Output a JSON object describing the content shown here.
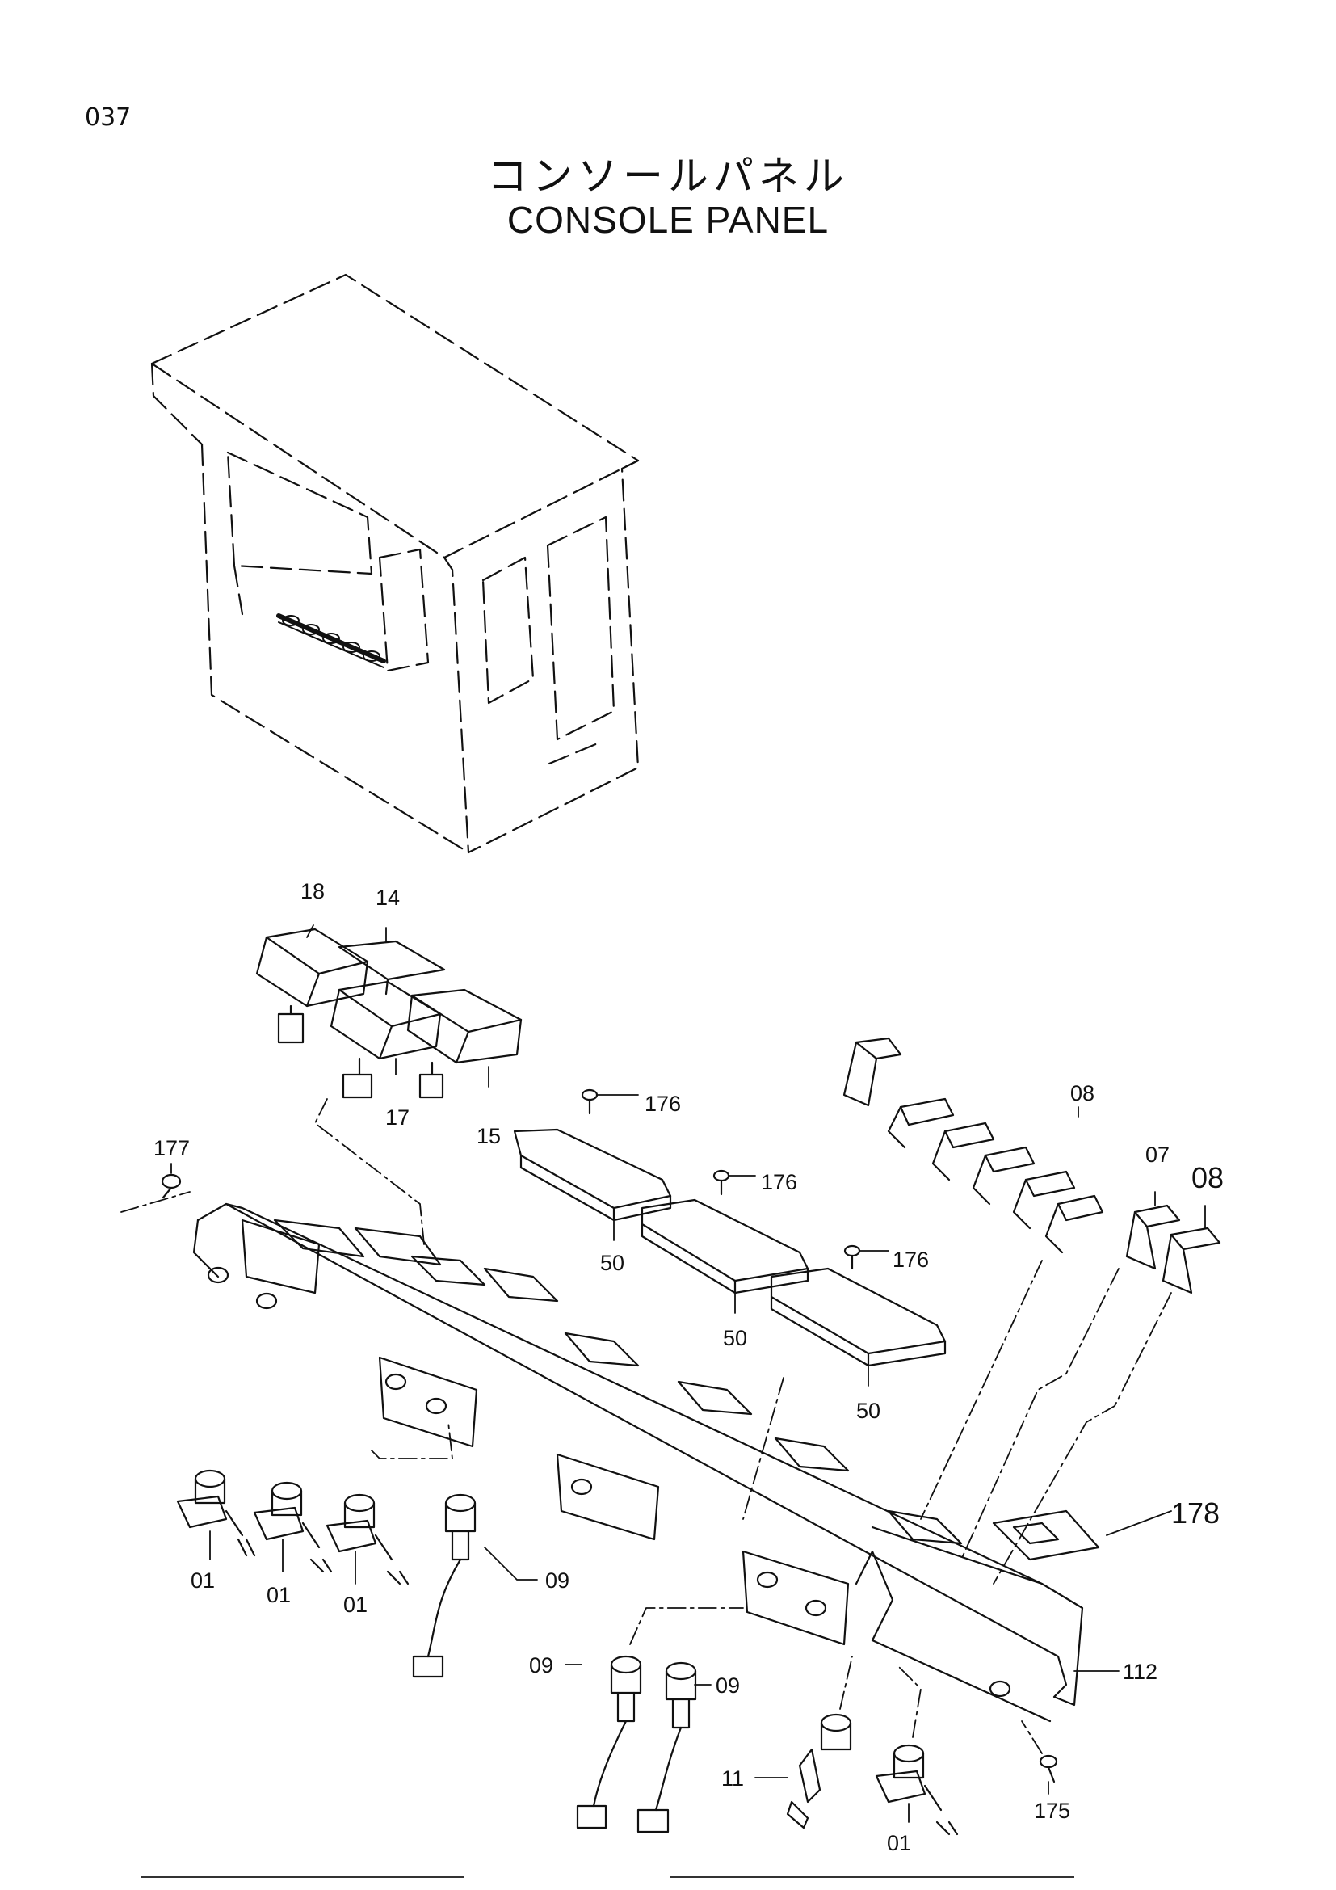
{
  "page_number": "037",
  "title": {
    "japanese": "コンソールパネル",
    "english": "CONSOLE  PANEL"
  },
  "callouts": [
    {
      "id": "18",
      "text": "18"
    },
    {
      "id": "14",
      "text": "14"
    },
    {
      "id": "17",
      "text": "17"
    },
    {
      "id": "15",
      "text": "15"
    },
    {
      "id": "176a",
      "text": "176"
    },
    {
      "id": "176b",
      "text": "176"
    },
    {
      "id": "176c",
      "text": "176"
    },
    {
      "id": "177",
      "text": "177"
    },
    {
      "id": "50a",
      "text": "50"
    },
    {
      "id": "50b",
      "text": "50"
    },
    {
      "id": "50c",
      "text": "50"
    },
    {
      "id": "08a",
      "text": "08"
    },
    {
      "id": "07",
      "text": "07"
    },
    {
      "id": "08b",
      "text": "08"
    },
    {
      "id": "178",
      "text": "178"
    },
    {
      "id": "01a",
      "text": "01"
    },
    {
      "id": "01b",
      "text": "01"
    },
    {
      "id": "01c",
      "text": "01"
    },
    {
      "id": "09a",
      "text": "09"
    },
    {
      "id": "09b",
      "text": "09"
    },
    {
      "id": "09c",
      "text": "09"
    },
    {
      "id": "112",
      "text": "112"
    },
    {
      "id": "11",
      "text": "11"
    },
    {
      "id": "01d",
      "text": "01"
    },
    {
      "id": "175",
      "text": "175"
    }
  ]
}
